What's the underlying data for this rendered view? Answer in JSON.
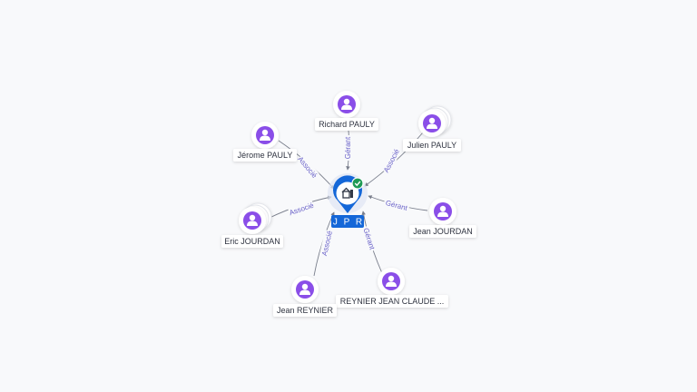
{
  "colors": {
    "person_fill": "#8a4ee8",
    "company_blue": "#1467d8",
    "check_green": "#1f9a55",
    "edge_line": "#7a7f8c",
    "edge_text": "#6b63c9"
  },
  "center": {
    "label": "J P R",
    "icon": "company-building-icon",
    "badge_icon": "verified-check-icon"
  },
  "nodes": [
    {
      "id": "richard-pauly",
      "name": "Richard PAULY",
      "relation": "Gérant",
      "stacked": false
    },
    {
      "id": "julien-pauly",
      "name": "Julien PAULY",
      "relation": "Associé",
      "stacked": true
    },
    {
      "id": "jean-jourdan",
      "name": "Jean JOURDAN",
      "relation": "Gérant",
      "stacked": false
    },
    {
      "id": "reynier-jean-claude",
      "name": "REYNIER JEAN CLAUDE ...",
      "relation": "Gérant",
      "stacked": false
    },
    {
      "id": "jean-reynier",
      "name": "Jean REYNIER",
      "relation": "Associé",
      "stacked": false
    },
    {
      "id": "eric-jourdan",
      "name": "Eric JOURDAN",
      "relation": "Associé",
      "stacked": true
    },
    {
      "id": "jerome-pauly",
      "name": "Jérome PAULY",
      "relation": "Associé",
      "stacked": false
    }
  ]
}
